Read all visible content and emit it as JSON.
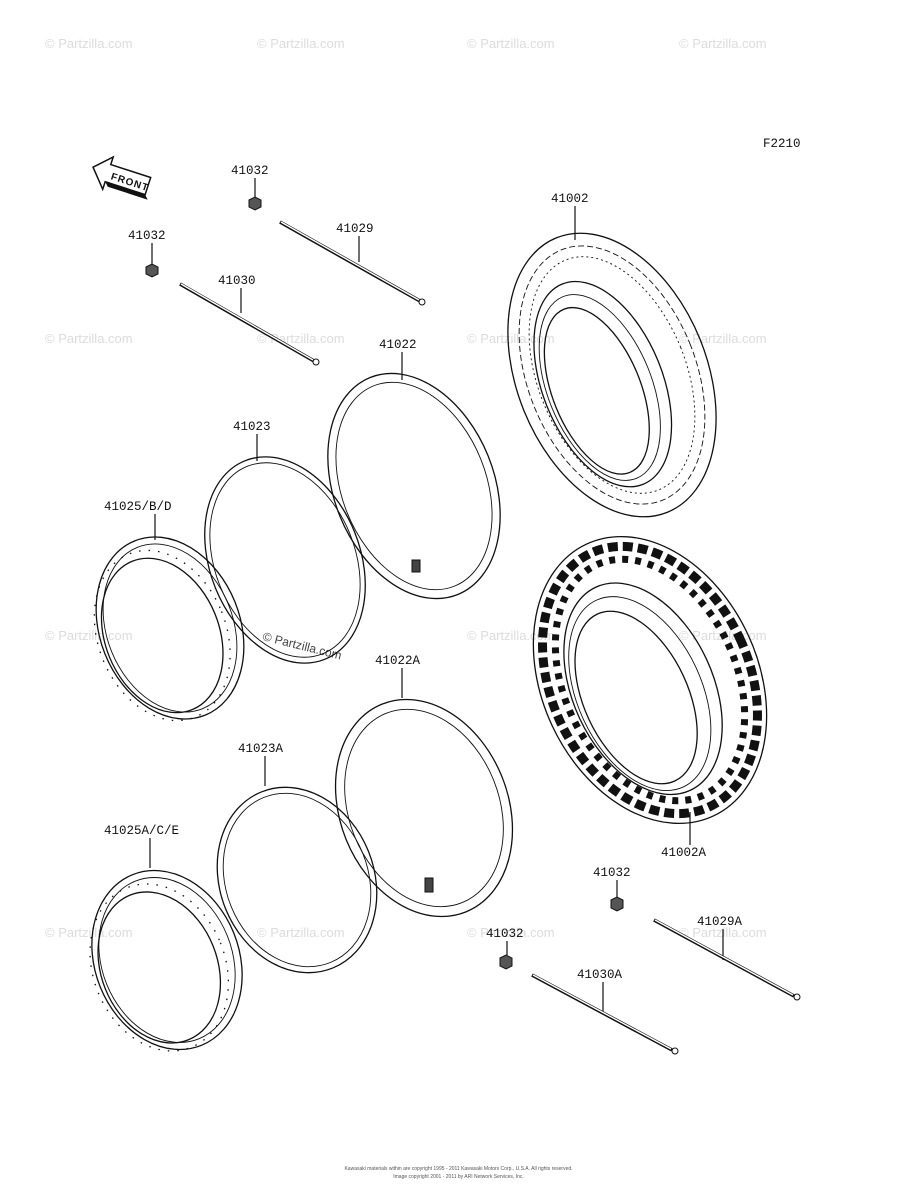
{
  "figure_code": "F2210",
  "front_arrow_label": "FRONT",
  "watermark": "© Partzilla.com",
  "parts": {
    "p41032_a": "41032",
    "p41032_b": "41032",
    "p41029": "41029",
    "p41030": "41030",
    "p41002": "41002",
    "p41022": "41022",
    "p41023": "41023",
    "p41025": "41025/B/D",
    "p41022A": "41022A",
    "p41023A": "41023A",
    "p41025A": "41025A/C/E",
    "p41002A": "41002A",
    "p41032_c": "41032",
    "p41032_d": "41032",
    "p41029A": "41029A",
    "p41030A": "41030A"
  },
  "footer": {
    "line1": "Kawasaki materials within are copyright 1995 - 2011 Kawasaki Motors Corp., U.S.A. All rights reserved.",
    "line2": "Image copyright 2001 - 2011 by ARI Network Services, Inc."
  }
}
